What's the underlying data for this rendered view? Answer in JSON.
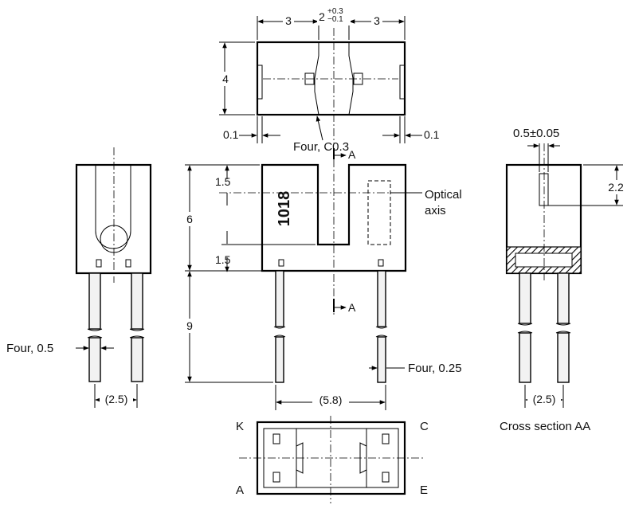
{
  "top_view": {
    "dim_left": "3",
    "dim_slot": "2",
    "dim_slot_tol_upper": "+0.3",
    "dim_slot_tol_lower": "−0.1",
    "dim_right": "3",
    "dim_height": "4",
    "dim_edge_left": "0.1",
    "dim_edge_right": "0.1",
    "chamfer_note": "Four, C0.3"
  },
  "front_view": {
    "body_marking": "1018",
    "dim_upper_gap": "1.5",
    "dim_body_height": "6",
    "dim_lower_gap": "1.5",
    "dim_lead_length": "9",
    "section_marker_top": "A",
    "section_marker_bottom": "A",
    "optical_axis_label_line1": "Optical",
    "optical_axis_label_line2": "axis",
    "lead_thickness_note": "Four, 0.25",
    "lead_pitch": "(5.8)"
  },
  "side_view": {
    "lead_width_note": "Four, 0.5",
    "lead_pitch": "(2.5)"
  },
  "section_view": {
    "dim_aperture": "0.5±0.05",
    "dim_axis_height": "2.2",
    "lead_pitch": "(2.5)",
    "caption": "Cross section AA"
  },
  "bottom_view": {
    "pin_k": "K",
    "pin_c": "C",
    "pin_a": "A",
    "pin_e": "E"
  }
}
